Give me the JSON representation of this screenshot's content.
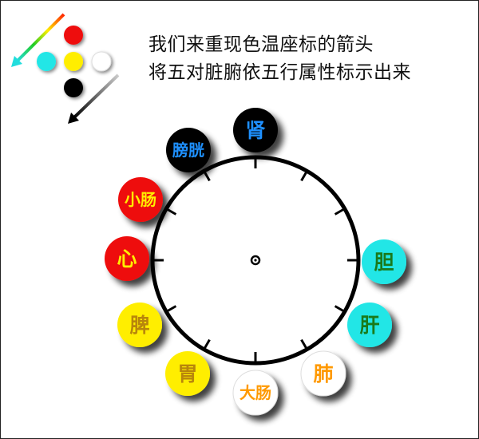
{
  "title": {
    "line1": "我们来重现色温座标的箭头",
    "line2": "将五对脏腑依五行属性标示出来"
  },
  "colors": {
    "red": "#ee1111",
    "cyan": "#22e6e6",
    "yellow": "#ffee00",
    "white": "#ffffff",
    "black": "#000000"
  },
  "legend": {
    "arrow_colors": [
      "#ff2200",
      "#ffee00",
      "#22cc22",
      "#22dddd"
    ],
    "dark_arrow_colors": [
      "#cccccc",
      "#000000"
    ],
    "dots": [
      {
        "color": "red"
      },
      {
        "color": "cyan"
      },
      {
        "color": "yellow"
      },
      {
        "color": "white"
      },
      {
        "color": "black"
      }
    ]
  },
  "organs": [
    {
      "label": "肾",
      "fill": "black",
      "text": "#1e90ff",
      "element": "water"
    },
    {
      "label": "膀胱",
      "fill": "black",
      "text": "#1e90ff",
      "element": "water"
    },
    {
      "label": "小肠",
      "fill": "red",
      "text": "#ffee00",
      "element": "fire"
    },
    {
      "label": "心",
      "fill": "red",
      "text": "#ffee00",
      "element": "fire"
    },
    {
      "label": "脾",
      "fill": "yellow",
      "text": "#b8860b",
      "element": "earth"
    },
    {
      "label": "胃",
      "fill": "yellow",
      "text": "#b8860b",
      "element": "earth"
    },
    {
      "label": "大肠",
      "fill": "white",
      "text": "#ff9900",
      "element": "metal"
    },
    {
      "label": "肺",
      "fill": "white",
      "text": "#ff9900",
      "element": "metal"
    },
    {
      "label": "肝",
      "fill": "cyan",
      "text": "#1a7a1a",
      "element": "wood"
    },
    {
      "label": "胆",
      "fill": "cyan",
      "text": "#1a7a1a",
      "element": "wood"
    }
  ]
}
